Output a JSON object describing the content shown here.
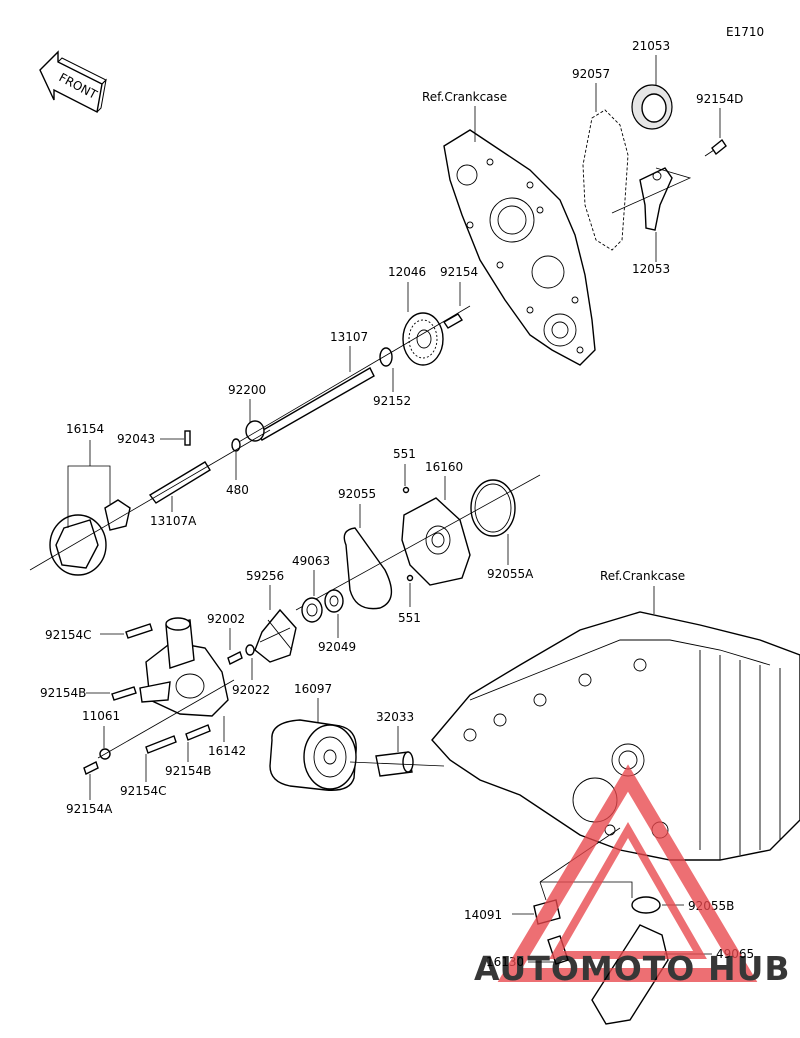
{
  "diagram_code": "E1710",
  "front_label": "FRONT",
  "ref_labels": [
    "Ref.Crankcase",
    "Ref.Crankcase"
  ],
  "parts": [
    {
      "id": "p21053",
      "number": "21053"
    },
    {
      "id": "p92057",
      "number": "92057"
    },
    {
      "id": "p92154D",
      "number": "92154D"
    },
    {
      "id": "p12053",
      "number": "12053"
    },
    {
      "id": "p12046",
      "number": "12046"
    },
    {
      "id": "p92154",
      "number": "92154"
    },
    {
      "id": "p13107",
      "number": "13107"
    },
    {
      "id": "p92152",
      "number": "92152"
    },
    {
      "id": "p92200",
      "number": "92200"
    },
    {
      "id": "p16154",
      "number": "16154"
    },
    {
      "id": "p92043",
      "number": "92043"
    },
    {
      "id": "p480",
      "number": "480"
    },
    {
      "id": "p13107A",
      "number": "13107A"
    },
    {
      "id": "p551a",
      "number": "551"
    },
    {
      "id": "p16160",
      "number": "16160"
    },
    {
      "id": "p92055",
      "number": "92055"
    },
    {
      "id": "p92055A",
      "number": "92055A"
    },
    {
      "id": "p551b",
      "number": "551"
    },
    {
      "id": "p49063",
      "number": "49063"
    },
    {
      "id": "p59256",
      "number": "59256"
    },
    {
      "id": "p92049",
      "number": "92049"
    },
    {
      "id": "p92002",
      "number": "92002"
    },
    {
      "id": "p92154C_top",
      "number": "92154C"
    },
    {
      "id": "p92022",
      "number": "92022"
    },
    {
      "id": "p92154B_left",
      "number": "92154B"
    },
    {
      "id": "p11061",
      "number": "11061"
    },
    {
      "id": "p16142",
      "number": "16142"
    },
    {
      "id": "p92154B",
      "number": "92154B"
    },
    {
      "id": "p92154C",
      "number": "92154C"
    },
    {
      "id": "p92154A",
      "number": "92154A"
    },
    {
      "id": "p16097",
      "number": "16097"
    },
    {
      "id": "p32033",
      "number": "32033"
    },
    {
      "id": "p14091",
      "number": "14091"
    },
    {
      "id": "p92055B",
      "number": "92055B"
    },
    {
      "id": "p16130",
      "number": "16130"
    },
    {
      "id": "p49065",
      "number": "49065"
    }
  ],
  "watermark": {
    "word_left": "AUTOMOTO",
    "word_right": "HUB",
    "color_left": "#f5a623",
    "color_right": "#4a4a4a",
    "triangle_color": "#e8474c"
  }
}
